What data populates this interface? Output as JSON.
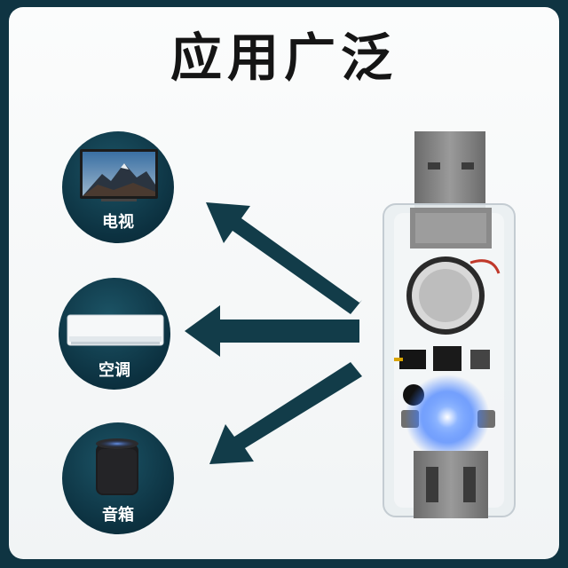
{
  "title": "应用广泛",
  "applications": [
    {
      "label": "电视",
      "icon": "tv-icon"
    },
    {
      "label": "空调",
      "icon": "air-conditioner-icon"
    },
    {
      "label": "音箱",
      "icon": "speaker-icon"
    }
  ],
  "colors": {
    "frame": "#0f3442",
    "circle": "#0c3140",
    "arrow": "#123c49",
    "led": "#3d7bff"
  }
}
